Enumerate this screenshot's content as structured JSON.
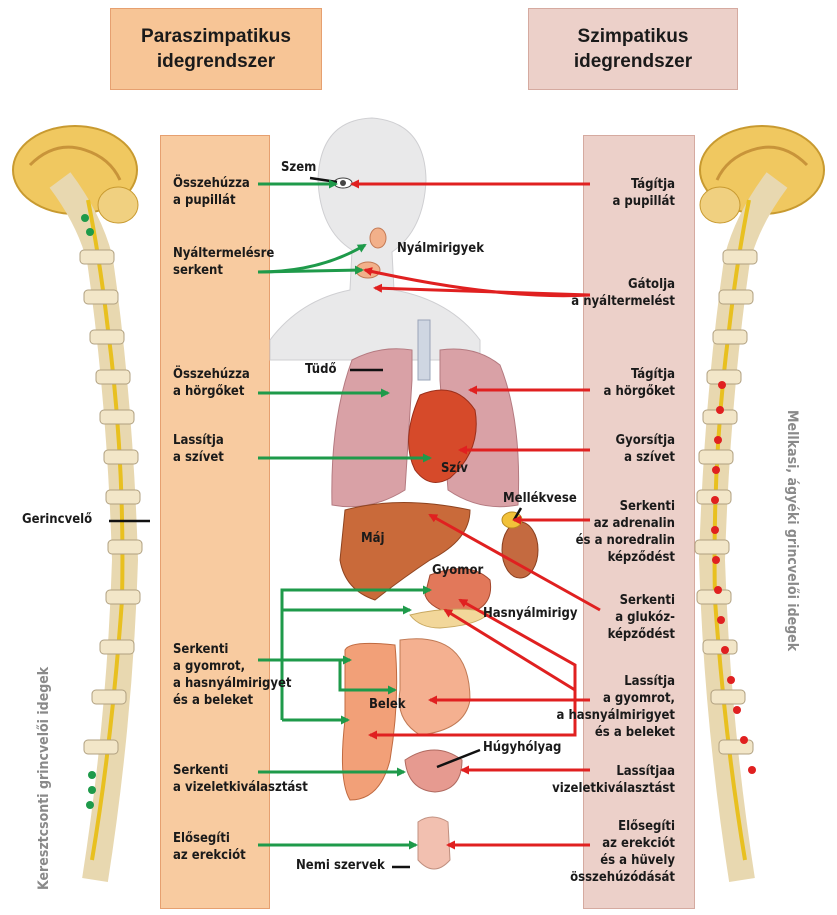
{
  "header": {
    "parasympathetic": [
      "Paraszimpatikus",
      "idegrendszer"
    ],
    "sympathetic": [
      "Szimpatikus",
      "idegrendszer"
    ]
  },
  "side_labels": {
    "left_vertical": "Keresztcsonti grincvelői idegek",
    "right_vertical": "Mellkasi, ágyéki grincvelői idegek",
    "spinal_cord": "Gerincvelő"
  },
  "organs": {
    "eye": "Szem",
    "salivary": "Nyálmirigyek",
    "lung": "Tüdő",
    "heart": "Szív",
    "adrenal": "Mellékvese",
    "liver": "Máj",
    "stomach": "Gyomor",
    "pancreas": "Hasnyálmirigy",
    "intestine": "Belek",
    "bladder": "Húgyhólyag",
    "genitals": "Nemi szervek"
  },
  "parasympathetic_effects": [
    [
      "Összehúzza",
      "a pupillát"
    ],
    [
      "Nyáltermelésre",
      "serkent"
    ],
    [
      "Összehúzza",
      "a hörgőket"
    ],
    [
      "Lassítja",
      "a szívet"
    ],
    [
      "Serkenti",
      "a gyomrot,",
      "a hasnyálmirigyet",
      "és a beleket"
    ],
    [
      "Serkenti",
      "a vizeletkiválasztást"
    ],
    [
      "Elősegíti",
      "az erekciót"
    ]
  ],
  "sympathetic_effects": [
    [
      "Tágítja",
      "a pupillát"
    ],
    [
      "Gátolja",
      "a nyáltermelést"
    ],
    [
      "Tágítja",
      "a hörgőket"
    ],
    [
      "Gyorsítja",
      "a szívet"
    ],
    [
      "Serkenti",
      "az adrenalin",
      "és a noredralin",
      "képződést"
    ],
    [
      "Serkenti",
      "a glukóz-",
      "képződést"
    ],
    [
      "Lassítja",
      "a gyomrot,",
      "a hasnyálmirigyet",
      "és a beleket"
    ],
    [
      "Lassítjaa",
      "vizeletkiválasztást"
    ],
    [
      "Elősegíti",
      "az erekciót",
      "és a hüvely",
      "összehúzódását"
    ]
  ],
  "colors": {
    "parasympathetic_arrow": "#1e9a4a",
    "sympathetic_arrow": "#e02020",
    "parasympathetic_panel": "#f8cba0",
    "sympathetic_panel": "#ecd0c9"
  }
}
